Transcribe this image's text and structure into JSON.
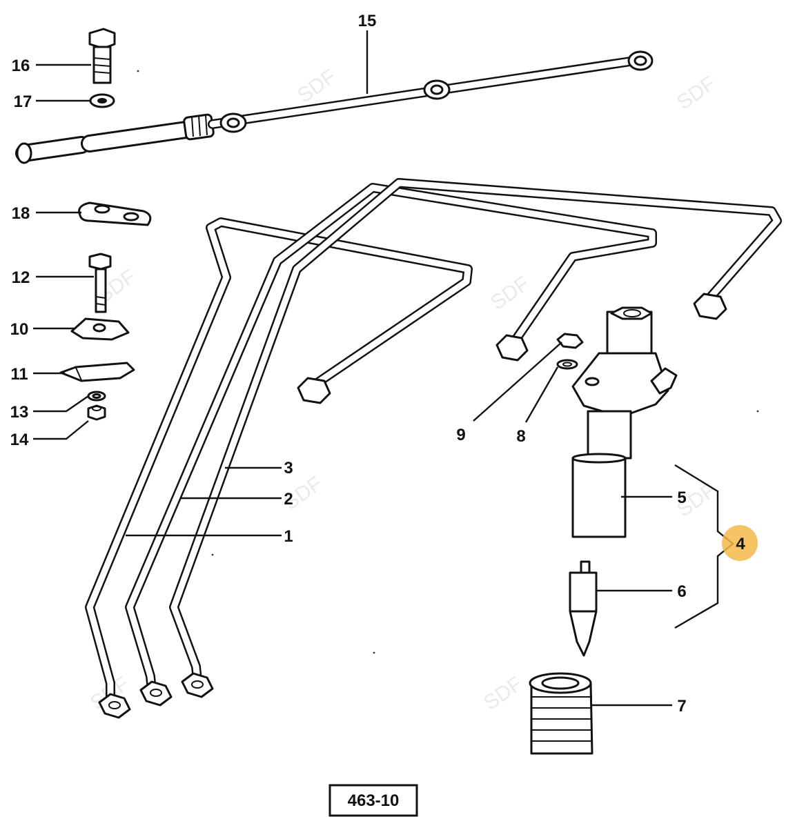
{
  "diagram": {
    "code_box": "463-10",
    "watermark": "SDF",
    "highlight_color": "#f5b84a",
    "callouts": [
      {
        "id": "1",
        "text": "1"
      },
      {
        "id": "2",
        "text": "2"
      },
      {
        "id": "3",
        "text": "3"
      },
      {
        "id": "4",
        "text": "4"
      },
      {
        "id": "5",
        "text": "5"
      },
      {
        "id": "6",
        "text": "6"
      },
      {
        "id": "7",
        "text": "7"
      },
      {
        "id": "8",
        "text": "8"
      },
      {
        "id": "9",
        "text": "9"
      },
      {
        "id": "10",
        "text": "10"
      },
      {
        "id": "11",
        "text": "11"
      },
      {
        "id": "12",
        "text": "12"
      },
      {
        "id": "13",
        "text": "13"
      },
      {
        "id": "14",
        "text": "14"
      },
      {
        "id": "15",
        "text": "15"
      },
      {
        "id": "16",
        "text": "16"
      },
      {
        "id": "17",
        "text": "17"
      },
      {
        "id": "18",
        "text": "18"
      }
    ]
  }
}
